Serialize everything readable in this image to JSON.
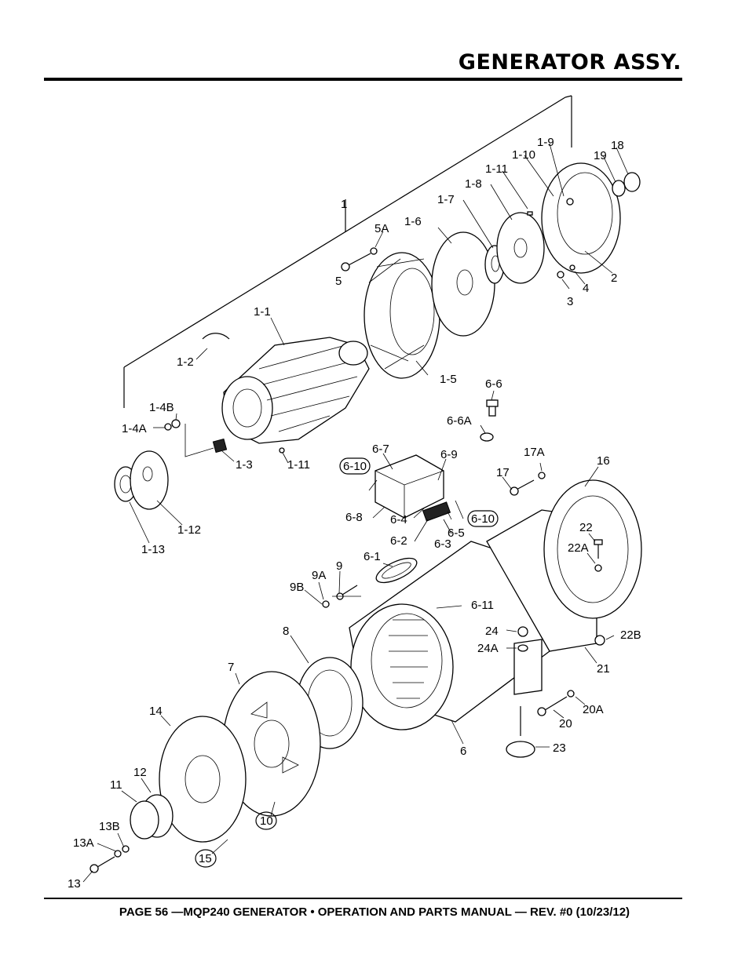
{
  "page": {
    "title": "GENERATOR ASSY.",
    "footer": "PAGE 56 —MQP240 GENERATOR • OPERATION AND PARTS MANUAL — REV. #0 (10/23/12)"
  },
  "callouts": {
    "c1": "1",
    "c1_1": "1-1",
    "c1_2": "1-2",
    "c1_3": "1-3",
    "c1_4a": "1-4A",
    "c1_4b": "1-4B",
    "c1_5": "1-5",
    "c1_6": "1-6",
    "c1_7": "1-7",
    "c1_8": "1-8",
    "c1_9": "1-9",
    "c1_10": "1-10",
    "c1_11a": "1-11",
    "c1_11b": "1-11",
    "c1_12": "1-12",
    "c1_13": "1-13",
    "c2": "2",
    "c3": "3",
    "c4": "4",
    "c5": "5",
    "c5a": "5A",
    "c6": "6",
    "c6_1": "6-1",
    "c6_2": "6-2",
    "c6_3": "6-3",
    "c6_4": "6-4",
    "c6_5": "6-5",
    "c6_6": "6-6",
    "c6_6a": "6-6A",
    "c6_7": "6-7",
    "c6_8": "6-8",
    "c6_9": "6-9",
    "c6_10a": "6-10",
    "c6_10b": "6-10",
    "c6_11": "6-11",
    "c7": "7",
    "c8": "8",
    "c9": "9",
    "c9a": "9A",
    "c9b": "9B",
    "c10": "10",
    "c11": "11",
    "c12": "12",
    "c13": "13",
    "c13a": "13A",
    "c13b": "13B",
    "c14": "14",
    "c15": "15",
    "c16": "16",
    "c17": "17",
    "c17a": "17A",
    "c18": "18",
    "c19": "19",
    "c20": "20",
    "c20a": "20A",
    "c21": "21",
    "c22": "22",
    "c22a": "22A",
    "c22b": "22B",
    "c23": "23",
    "c24": "24",
    "c24a": "24A"
  }
}
